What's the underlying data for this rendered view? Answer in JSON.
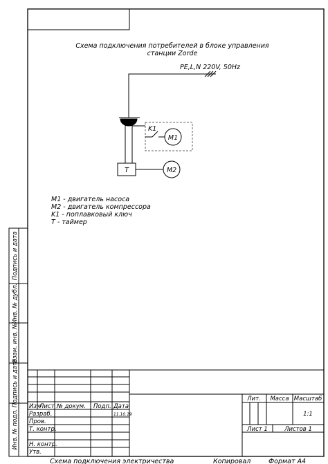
{
  "drawing": {
    "title_line1": "Схема подключения потребителей в блоке управления",
    "title_line2": "станции Zorde",
    "supply_label": "PE,L,N 220V, 50Hz",
    "components": {
      "k1_label": "K1",
      "m1_label": "M1",
      "m2_label": "M2",
      "t_label": "T"
    },
    "legend": [
      "M1 - двигатель насоса",
      "M2 - двигатель компрессора",
      "K1 - поплавковый ключ",
      "T  - таймер"
    ]
  },
  "side_stamp": {
    "cells": [
      "Подпись и дата",
      "Инв. № дубл.",
      "Взам. инв. №",
      "Подпись и дата",
      "Инв. № подл."
    ]
  },
  "title_block": {
    "headers": [
      "Изм",
      "Лист",
      "№ докум.",
      "Подп.",
      "Дата"
    ],
    "row_labels": [
      "Разраб.",
      "Пров.",
      "Т. контр.",
      "",
      "Н. контр.",
      "Утв."
    ],
    "signature_date": "11.10.19",
    "lit_label": "Лит.",
    "mass_label": "Масса",
    "scale_label": "Масштаб",
    "scale_value": "1:1",
    "sheet_label": "Лист 1",
    "sheets_label": "Листов 1",
    "footer_title": "Схема подключения электричества",
    "copied_label": "Копировал",
    "format_label": "Формат A4"
  }
}
